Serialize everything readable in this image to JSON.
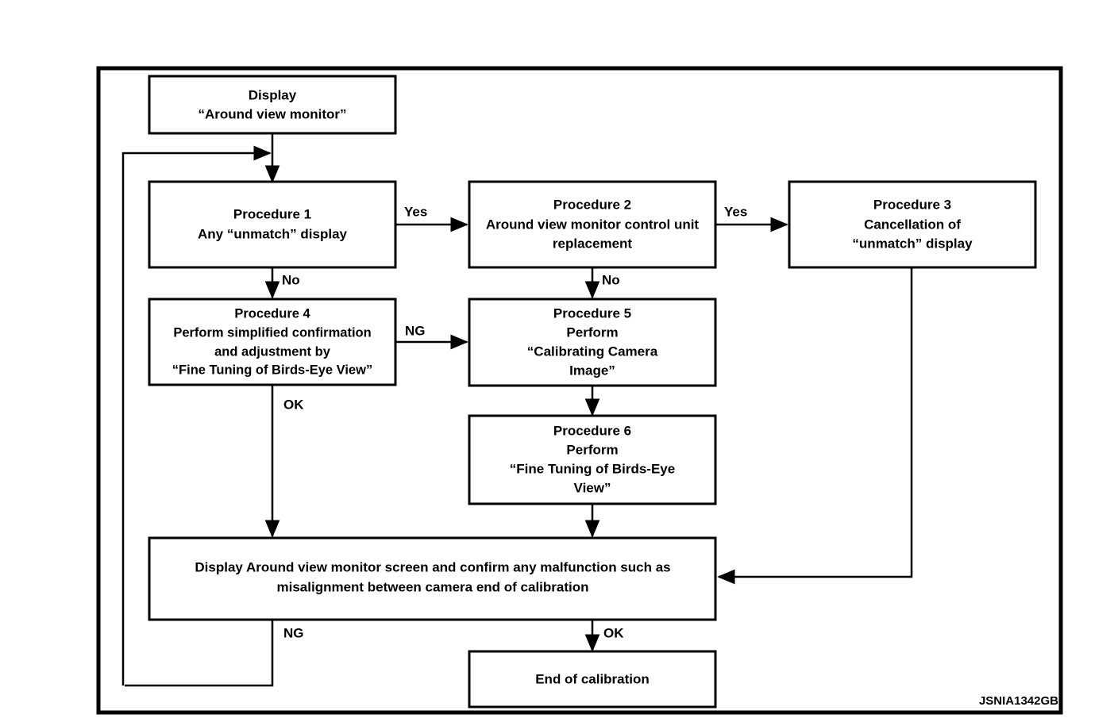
{
  "figure": {
    "caption": "JSNIA1342GB",
    "type": "flowchart",
    "colors": {
      "line": "#000000",
      "background": "#ffffff",
      "text": "#000000"
    }
  },
  "nodes": [
    {
      "id": "display-around-view-monitor",
      "lines": [
        "Display",
        "“Around view monitor”"
      ]
    },
    {
      "id": "procedure-1",
      "lines": [
        "Procedure 1",
        "Any “unmatch” display"
      ]
    },
    {
      "id": "procedure-2",
      "lines": [
        "Procedure 2",
        "Around view monitor control unit",
        "replacement"
      ]
    },
    {
      "id": "procedure-3",
      "lines": [
        "Procedure 3",
        "Cancellation of",
        "“unmatch” display"
      ]
    },
    {
      "id": "procedure-4",
      "lines": [
        "Procedure 4",
        "Perform simplified confirmation",
        "and adjustment by",
        "“Fine Tuning of  Birds-Eye View”"
      ]
    },
    {
      "id": "procedure-5",
      "lines": [
        "Procedure 5",
        "Perform",
        "“Calibrating Camera",
        "Image”"
      ]
    },
    {
      "id": "procedure-6",
      "lines": [
        "Procedure 6",
        "Perform",
        "“Fine Tuning of  Birds-Eye",
        "View”"
      ]
    },
    {
      "id": "display-confirm",
      "lines": [
        "Display Around view monitor screen and confirm any malfunction such as",
        "misalignment between camera end of calibration"
      ]
    },
    {
      "id": "end-of-calibration",
      "lines": [
        "End of calibration"
      ]
    }
  ],
  "edge_labels": {
    "p1_to_p2": "Yes",
    "p2_to_p3": "Yes",
    "p1_to_p4": "No",
    "p2_to_p5": "No",
    "p4_to_p5": "NG",
    "p4_to_display": "OK",
    "display_ng": "NG",
    "display_ok": "OK"
  }
}
